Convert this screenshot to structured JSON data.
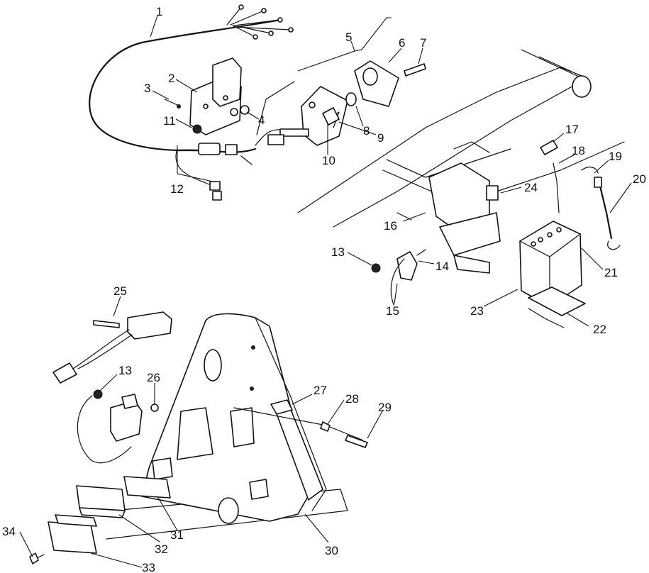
{
  "callouts": [
    {
      "id": "c1",
      "text": "1"
    },
    {
      "id": "c2",
      "text": "2"
    },
    {
      "id": "c3",
      "text": "3"
    },
    {
      "id": "c4",
      "text": "4"
    },
    {
      "id": "c5",
      "text": "5"
    },
    {
      "id": "c6",
      "text": "6"
    },
    {
      "id": "c7",
      "text": "7"
    },
    {
      "id": "c8",
      "text": "8"
    },
    {
      "id": "c9",
      "text": "9"
    },
    {
      "id": "c10",
      "text": "10"
    },
    {
      "id": "c11",
      "text": "11"
    },
    {
      "id": "c12",
      "text": "12"
    },
    {
      "id": "c13a",
      "text": "13"
    },
    {
      "id": "c14",
      "text": "14"
    },
    {
      "id": "c15",
      "text": "15"
    },
    {
      "id": "c16",
      "text": "16"
    },
    {
      "id": "c17",
      "text": "17"
    },
    {
      "id": "c18",
      "text": "18"
    },
    {
      "id": "c19",
      "text": "19"
    },
    {
      "id": "c20",
      "text": "20"
    },
    {
      "id": "c21",
      "text": "21"
    },
    {
      "id": "c22",
      "text": "22"
    },
    {
      "id": "c23",
      "text": "23"
    },
    {
      "id": "c24",
      "text": "24"
    },
    {
      "id": "c25",
      "text": "25"
    },
    {
      "id": "c13b",
      "text": "13"
    },
    {
      "id": "c26",
      "text": "26"
    },
    {
      "id": "c27",
      "text": "27"
    },
    {
      "id": "c28",
      "text": "28"
    },
    {
      "id": "c29",
      "text": "29"
    },
    {
      "id": "c30",
      "text": "30"
    },
    {
      "id": "c31",
      "text": "31"
    },
    {
      "id": "c32",
      "text": "32"
    },
    {
      "id": "c33",
      "text": "33"
    },
    {
      "id": "c34",
      "text": "34"
    }
  ]
}
